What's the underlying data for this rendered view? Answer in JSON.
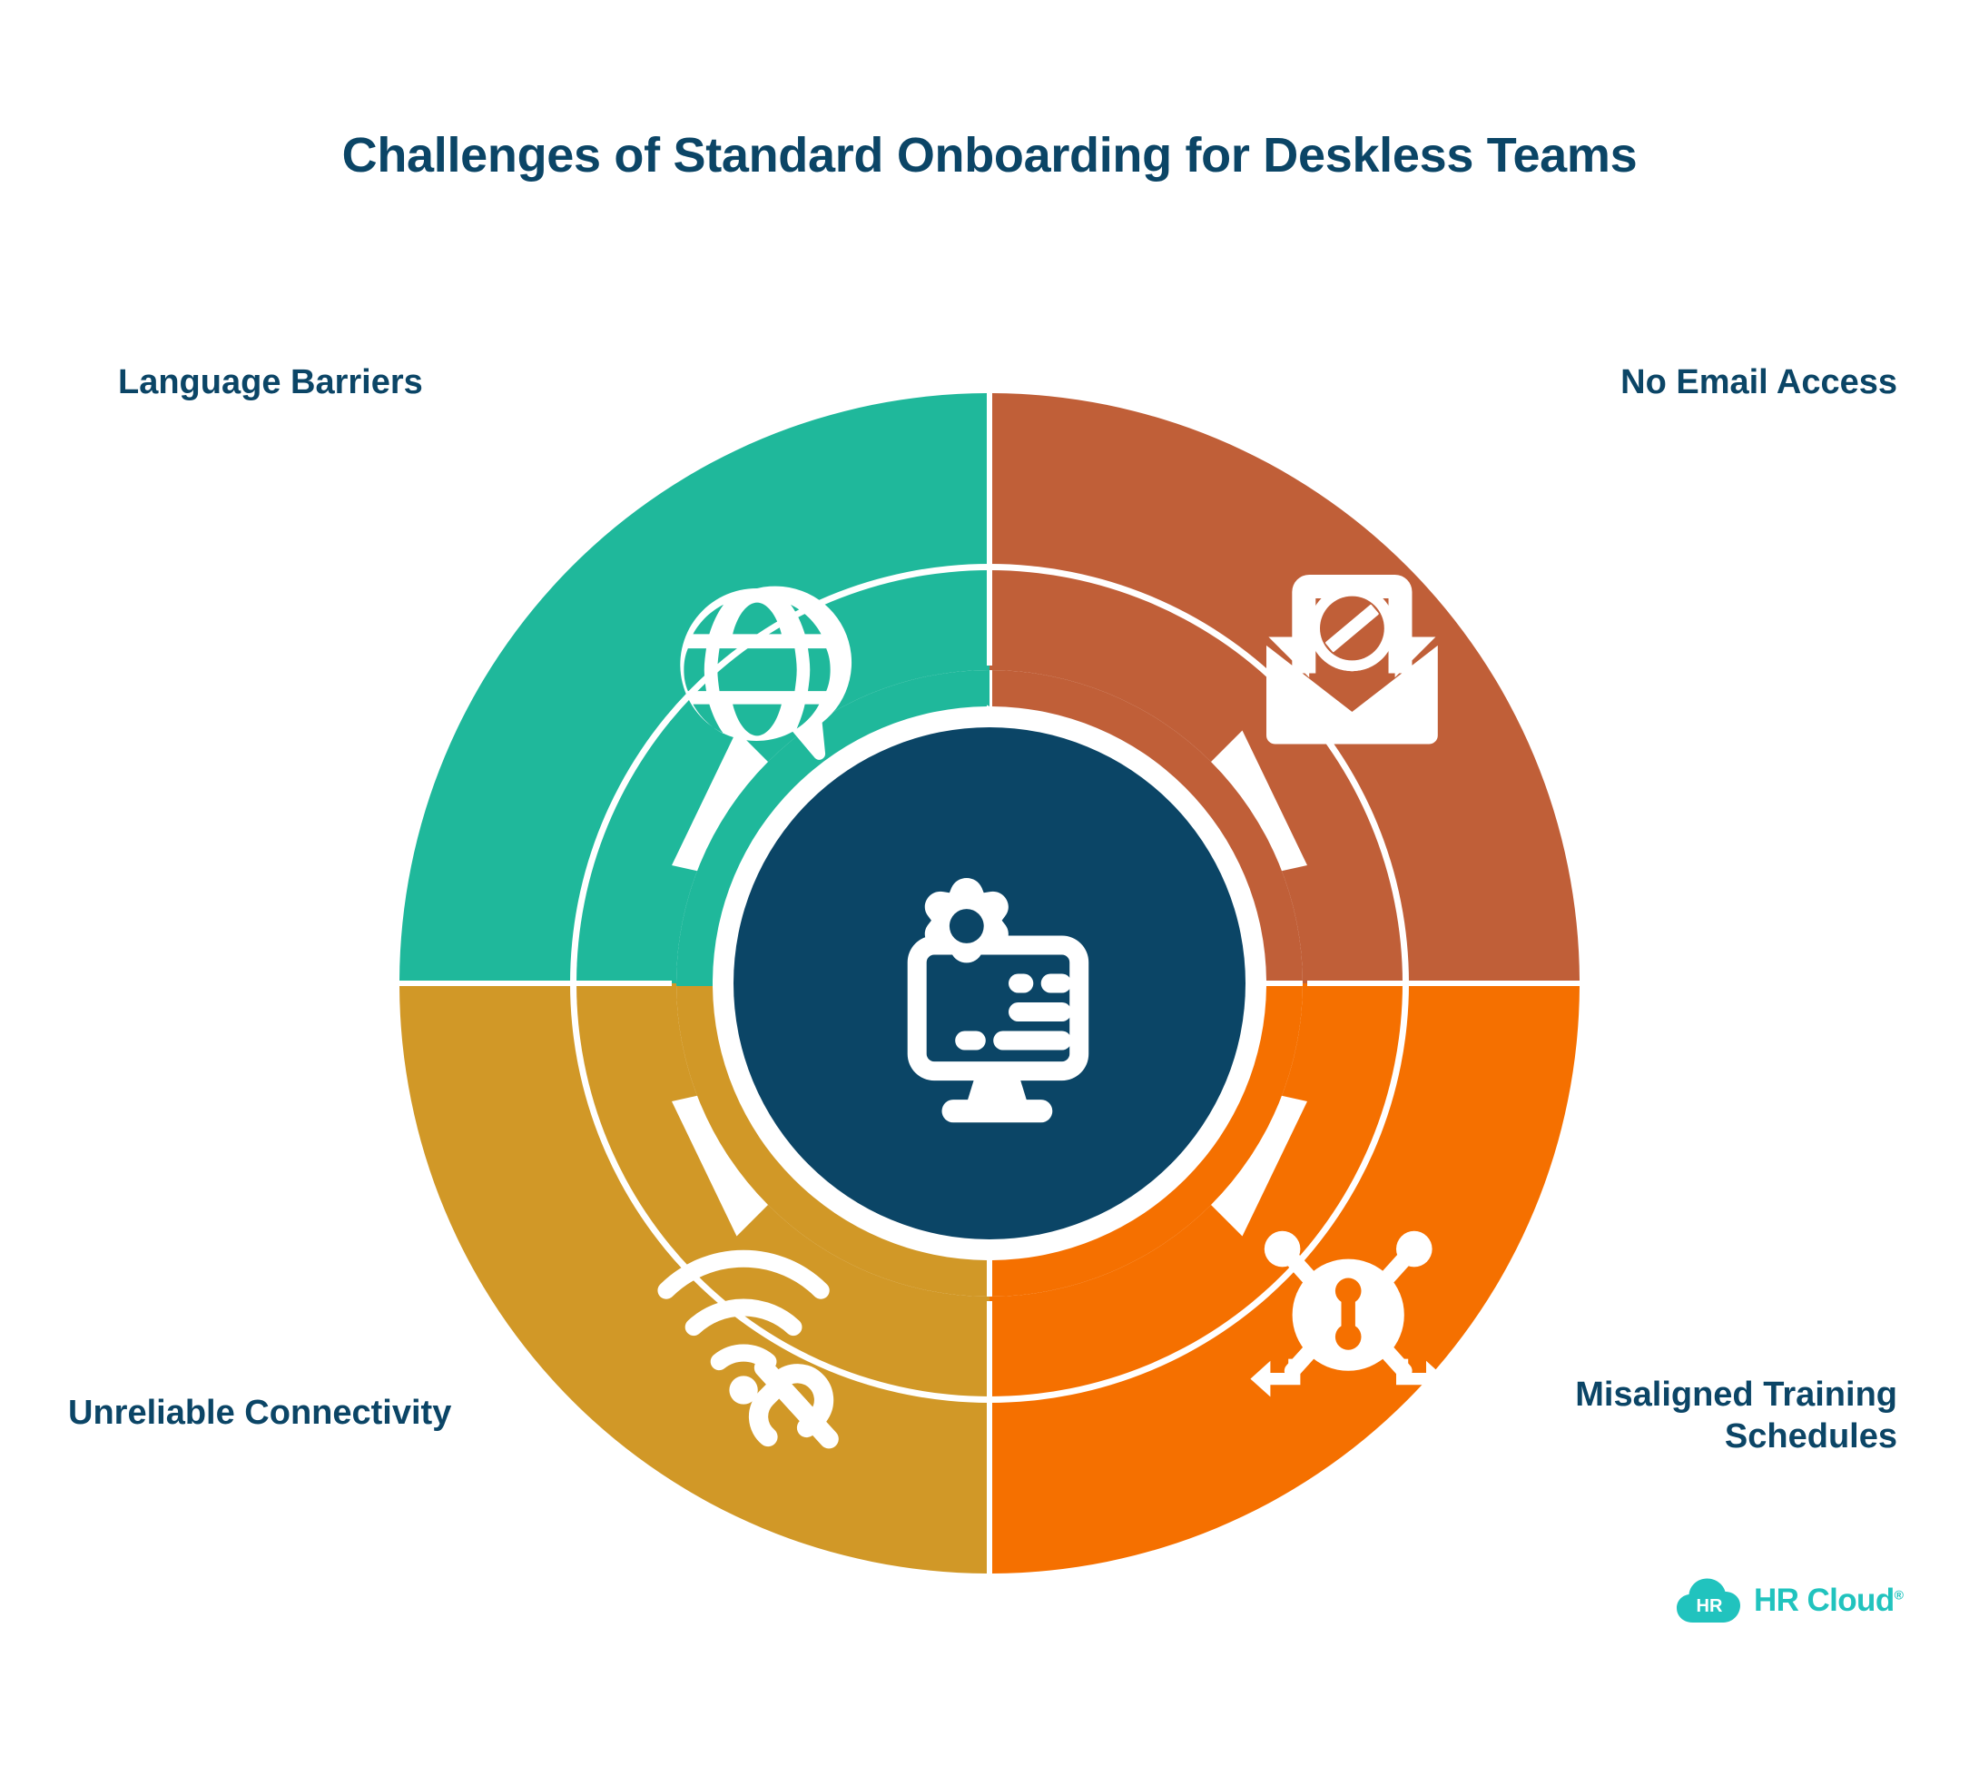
{
  "page": {
    "title": "Challenges of Standard Onboarding for Deskless Teams",
    "background_color": "#FFFFFF",
    "title_color": "#0B4566"
  },
  "chart_data": {
    "type": "pie",
    "title": "Challenges of Standard Onboarding for Deskless Teams",
    "subtitle": "",
    "xlabel": "",
    "ylabel": "",
    "legend_position": "around-chart",
    "grid": false,
    "categories": [
      "Language Barriers",
      "No Email Access",
      "Misaligned Training Schedules",
      "Unreliable Connectivity"
    ],
    "values": [
      25,
      25,
      25,
      25
    ],
    "colors": [
      "#1FB89B",
      "#C05F38",
      "#F57000",
      "#D19827"
    ],
    "notes": "Equal-quarter donut wheel; four equal 25% segments, hub circle in center"
  },
  "wheel": {
    "center_hub": {
      "color": "#0B4566",
      "icon": "computer-settings-icon"
    },
    "segments": [
      {
        "id": "language-barriers",
        "label": "Language Barriers",
        "color": "#1FB89B",
        "icon": "globe-translate-icon",
        "position": "top-left",
        "share": 25
      },
      {
        "id": "no-email-access",
        "label": "No Email Access",
        "color": "#C05F38",
        "icon": "blocked-email-icon",
        "position": "top-right",
        "share": 25
      },
      {
        "id": "misaligned-training-schedules",
        "label": "Misaligned Training Schedules",
        "color": "#F57000",
        "icon": "misaligned-schedule-icon",
        "position": "bottom-right",
        "share": 25
      },
      {
        "id": "unreliable-connectivity",
        "label": "Unreliable Connectivity",
        "color": "#D19827",
        "icon": "wifi-disconnected-icon",
        "position": "bottom-left",
        "share": 25
      }
    ]
  },
  "logo": {
    "mark_text": "HR",
    "name": "HR Cloud",
    "registered_mark": "®",
    "color": "#21C3BE"
  }
}
